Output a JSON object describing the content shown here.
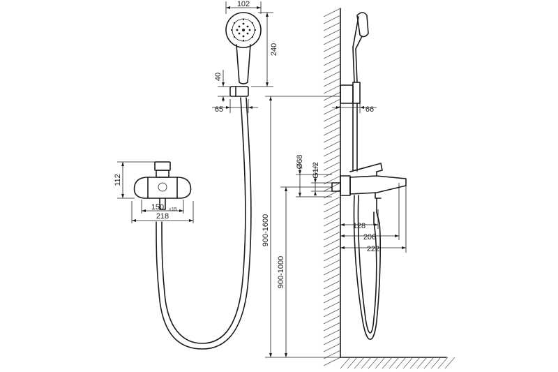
{
  "dimensions": {
    "head_diameter": "102",
    "head_height": "240",
    "holder_height": "40",
    "holder_offset": "65",
    "holder_wall_gap": "66",
    "mixer_height": "112",
    "inlet_spacing": "150",
    "inlet_tolerance": "±15",
    "mixer_width": "218",
    "escutcheon_diameter": "Ø68",
    "thread": "G1/2",
    "spout_128": "128",
    "spout_206": "206",
    "spout_222": "222",
    "holder_mount_height": "900-1600",
    "mixer_mount_height": "900-1000"
  }
}
